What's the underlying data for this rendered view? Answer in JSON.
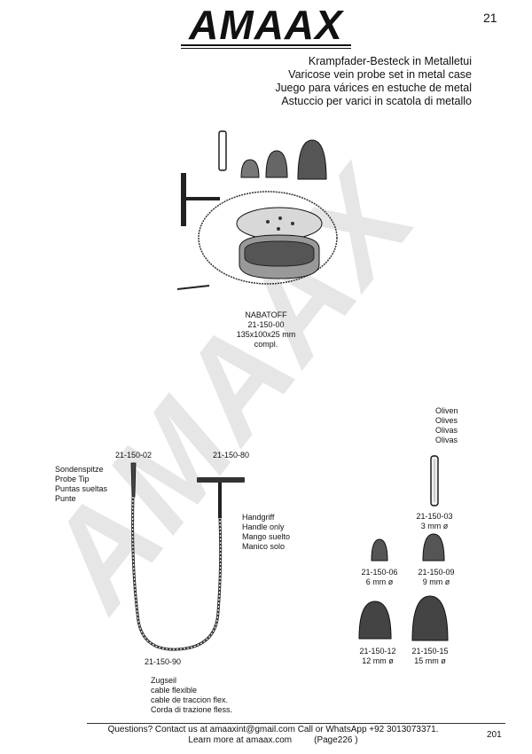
{
  "brand": {
    "logo_text": "AMAAX",
    "watermark_text": "AMAAX"
  },
  "page_number": "21",
  "titles": [
    "Krampfader-Besteck in Metalletui",
    "Varicose vein probe set in metal case",
    "Juego para várices en estuche de metal",
    "Astuccio per varici in scatola di metallo"
  ],
  "main_set": {
    "name": "NABATOFF",
    "code": "21-150-00",
    "dims": "135x100x25 mm",
    "note": "compl."
  },
  "olives": {
    "labels": [
      "Oliven",
      "Olives",
      "Olivas",
      "Olivas"
    ]
  },
  "probe_tip": {
    "code": "21-150-02",
    "labels": [
      "Sondenspitze",
      "Probe Tip",
      "Puntas sueltas",
      "Punte"
    ]
  },
  "handle": {
    "code": "21-150-80",
    "labels": [
      "Handgriff",
      "Handle only",
      "Mango suelto",
      "Manico solo"
    ]
  },
  "cable": {
    "code": "21-150-90",
    "labels": [
      "Zugseil",
      "cable flexible",
      "cable de traccion flex.",
      "Corda di trazione fless."
    ]
  },
  "olive_items": [
    {
      "code": "21-150-03",
      "size": "3 mm ø"
    },
    {
      "code": "21-150-06",
      "size": "6 mm ø"
    },
    {
      "code": "21-150-09",
      "size": "9 mm ø"
    },
    {
      "code": "21-150-12",
      "size": "12 mm ø"
    },
    {
      "code": "21-150-15",
      "size": "15 mm ø"
    }
  ],
  "footer": {
    "line1": "Questions? Contact us at amaaxint@gmail.com Call or WhatsApp +92 3013073371.",
    "line2_text": "Learn more at amaax.com",
    "line2_page": "(Page226 )",
    "page_num": "201"
  }
}
